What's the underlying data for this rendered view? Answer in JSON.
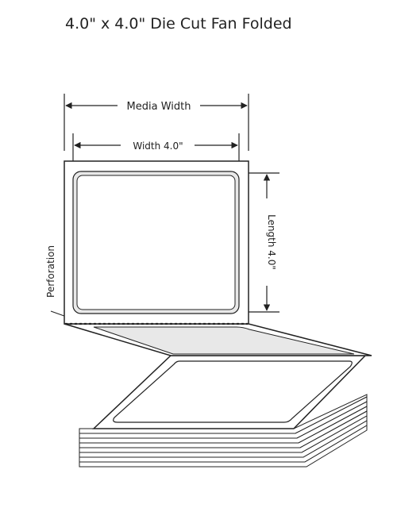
{
  "title": "4.0\" x 4.0\" Die Cut Fan Folded",
  "labels": {
    "media_width": "Media Width",
    "label_width": "Width 4.0\"",
    "length": "Length  4.0\"",
    "perforation": "Perforation"
  },
  "colors": {
    "stroke": "#222222",
    "label_fill": "#ffffff",
    "label_shadow": "#e8e8e8",
    "background": "#ffffff"
  }
}
